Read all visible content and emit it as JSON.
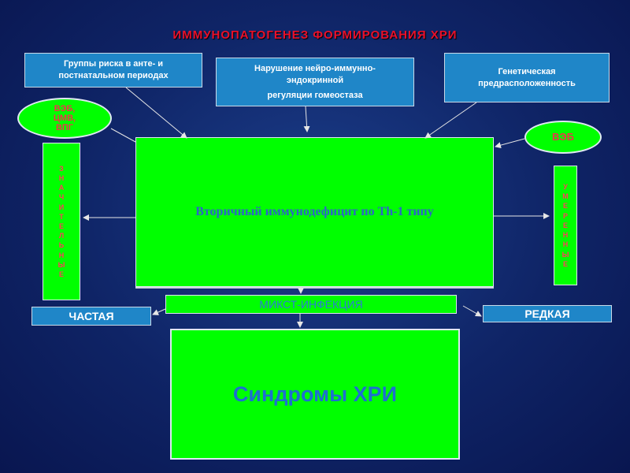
{
  "title": "ИММУНОПАТОГЕНЕЗ ФОРМИРОВАНИЯ ХРИ",
  "risk_groups": {
    "line1": "Группы риска в анте- и",
    "line2": "постнатальном периодах"
  },
  "neuro": {
    "line1": "Нарушение нейро-иммунно-",
    "line2": "эндокринной",
    "line3": "регуляции гомеостаза"
  },
  "genetic": {
    "line1": "Генетическая",
    "line2": "предрасположенность"
  },
  "left_oval": {
    "line1": "ВЭБ,",
    "line2": "ЦМВ,",
    "line3": "ВПГ"
  },
  "right_oval": "ВЭБ",
  "left_strip_letters": [
    "З",
    "Н",
    "А",
    "Ч",
    "И",
    "Т",
    "Е",
    "Л",
    "Ь",
    "Н",
    "Ы",
    "Е"
  ],
  "right_strip_letters": [
    "У",
    "М",
    "Е",
    "Р",
    "Е",
    "Н",
    "Н",
    "Ы",
    "Е"
  ],
  "center": "Вторичный иммунодефицит по Th-1 типу",
  "mixed": "МИКСТ-ИНФЕКЦИЯ",
  "frequent": "ЧАСТАЯ",
  "rare": "РЕДКАЯ",
  "syndromes": "Синдромы ХРИ",
  "colors": {
    "green": "#00ff00",
    "blue_box": "#1f86c8",
    "title_red": "#e8102a",
    "background": "#0f2466"
  }
}
